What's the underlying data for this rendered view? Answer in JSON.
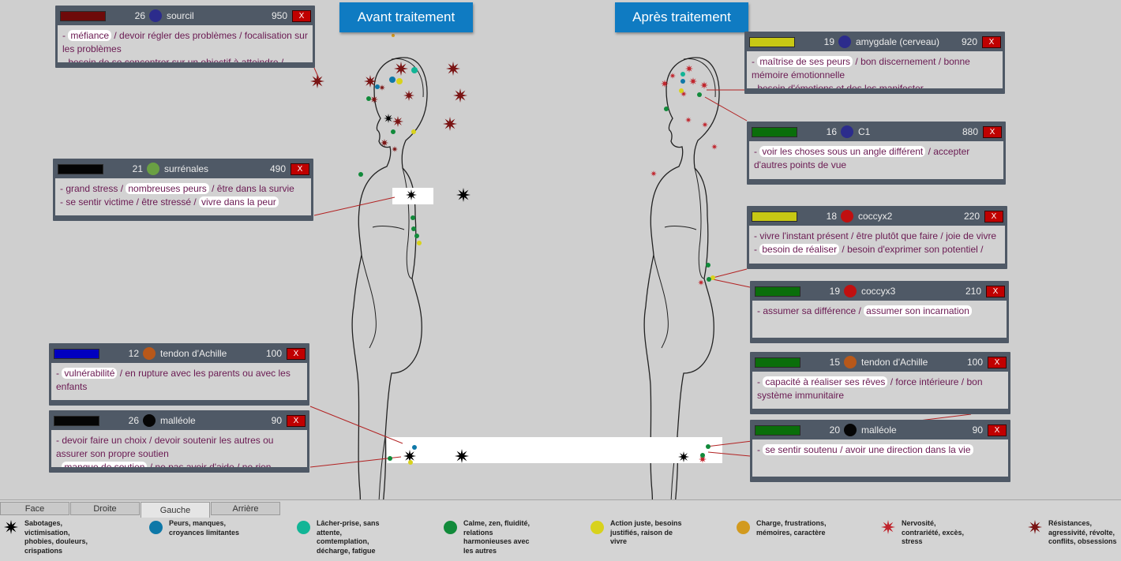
{
  "titles": {
    "before": "Avant traitement",
    "after": "Après traitement"
  },
  "cards": [
    {
      "id": "sourcil",
      "swatch": "#6e0a0a",
      "num": "26",
      "dot": "#2c2c8c",
      "name": "sourcil",
      "score": "950",
      "x": "X",
      "lines": [
        [
          {
            "t": "- "
          },
          {
            "t": "méfiance",
            "hl": true
          },
          {
            "t": " / devoir régler des problèmes / focalisation sur les problèmes"
          }
        ],
        [
          {
            "t": "- besoin de se concentrer sur un objectif à atteindre /"
          }
        ]
      ]
    },
    {
      "id": "surrenales",
      "swatch": "#050505",
      "num": "21",
      "dot": "#6aa043",
      "name": "surrénales",
      "score": "490",
      "x": "X",
      "lines": [
        [
          {
            "t": "- grand stress / "
          },
          {
            "t": "nombreuses peurs",
            "hl": true
          },
          {
            "t": " / être dans la survie"
          }
        ],
        [
          {
            "t": "- se sentir victime / être stressé / "
          },
          {
            "t": "vivre dans la peur",
            "hl": true
          }
        ]
      ]
    },
    {
      "id": "achille-left",
      "swatch": "#0000c0",
      "num": "12",
      "dot": "#b8581a",
      "name": "tendon d'Achille",
      "score": "100",
      "x": "X",
      "lines": [
        [
          {
            "t": "- "
          },
          {
            "t": "vulnérabilité",
            "hl": true
          },
          {
            "t": " / en rupture avec les parents ou avec les enfants"
          }
        ]
      ]
    },
    {
      "id": "malleole-left",
      "swatch": "#050505",
      "num": "26",
      "dot": "#050505",
      "name": "malléole",
      "score": "90",
      "x": "X",
      "lines": [
        [
          {
            "t": "- devoir faire un choix / devoir soutenir les autres ou assurer son propre soutien"
          }
        ],
        [
          {
            "t": "- "
          },
          {
            "t": "manque de soutien",
            "hl": true
          },
          {
            "t": " / ne pas avoir d'aide / ne rien"
          }
        ]
      ]
    },
    {
      "id": "amygdale",
      "swatch": "#c8c814",
      "num": "19",
      "dot": "#2c2c8c",
      "name": "amygdale (cerveau)",
      "score": "920",
      "x": "X",
      "lines": [
        [
          {
            "t": "- "
          },
          {
            "t": "maîtrise de ses peurs",
            "hl": true
          },
          {
            "t": " / bon discernement / bonne mémoire émotionnelle"
          }
        ],
        [
          {
            "t": "- besoin d'émotions et des les manifester"
          }
        ]
      ]
    },
    {
      "id": "c1",
      "swatch": "#0a6e0a",
      "num": "16",
      "dot": "#2c2c8c",
      "name": "C1",
      "score": "880",
      "x": "X",
      "lines": [
        [
          {
            "t": "- "
          },
          {
            "t": "voir les choses sous un angle différent",
            "hl": true
          },
          {
            "t": " / accepter d'autres points de vue"
          }
        ]
      ]
    },
    {
      "id": "coccyx2",
      "swatch": "#c8c814",
      "num": "18",
      "dot": "#c01010",
      "name": "coccyx2",
      "score": "220",
      "x": "X",
      "lines": [
        [
          {
            "t": "- vivre l'instant présent / être plutôt que faire  / joie de vivre"
          }
        ],
        [
          {
            "t": "- "
          },
          {
            "t": "besoin de réaliser",
            "hl": true
          },
          {
            "t": " / besoin d'exprimer son potentiel /"
          }
        ]
      ]
    },
    {
      "id": "coccyx3",
      "swatch": "#0a6e0a",
      "num": "19",
      "dot": "#c01010",
      "name": "coccyx3",
      "score": "210",
      "x": "X",
      "lines": [
        [
          {
            "t": "- assumer sa différence / "
          },
          {
            "t": "assumer son incarnation",
            "hl": true
          }
        ]
      ]
    },
    {
      "id": "achille-right",
      "swatch": "#0a6e0a",
      "num": "15",
      "dot": "#b8581a",
      "name": "tendon d'Achille",
      "score": "100",
      "x": "X",
      "lines": [
        [
          {
            "t": "- "
          },
          {
            "t": "capacité à réaliser ses rêves",
            "hl": true
          },
          {
            "t": " / force intérieure / bon système immunitaire"
          }
        ]
      ]
    },
    {
      "id": "malleole-right",
      "swatch": "#0a6e0a",
      "num": "20",
      "dot": "#050505",
      "name": "malléole",
      "score": "90",
      "x": "X",
      "lines": [
        [
          {
            "t": "- "
          },
          {
            "t": "se sentir soutenu / avoir une direction dans la vie",
            "hl": true
          }
        ]
      ]
    }
  ],
  "tabs": [
    {
      "label": "Face",
      "active": false
    },
    {
      "label": "Droite",
      "active": false
    },
    {
      "label": "Gauche",
      "active": true
    },
    {
      "label": "Arrière",
      "active": false
    }
  ],
  "legend": [
    {
      "icon": "black-star-icon",
      "color": "#000000",
      "label": "Sabotages,\nvictimisation,\nphobies, douleurs,\ncrispations"
    },
    {
      "icon": "blue-dot-icon",
      "color": "#0e78a8",
      "label": "Peurs, manques,\ncroyances limitantes"
    },
    {
      "icon": "teal-dot-icon",
      "color": "#12b596",
      "label": "Lâcher-prise, sans\nattente,\ncomtemplation,\ndécharge, fatigue"
    },
    {
      "icon": "green-dot-icon",
      "color": "#118a3a",
      "label": "Calme, zen, fluidité,\nrelations\nharmonieuses avec\nles autres"
    },
    {
      "icon": "yellow-dot-icon",
      "color": "#d8d21c",
      "label": "Action juste, besoins\njustifiés, raison de\nvivre"
    },
    {
      "icon": "orange-dot-icon",
      "color": "#d29a1e",
      "label": "Charge, frustrations,\nmémoires, caractère"
    },
    {
      "icon": "red-star-icon",
      "color": "#c0242c",
      "label": "Nervosité,\ncontrariété, excès,\nstress"
    },
    {
      "icon": "darkred-star-icon",
      "color": "#7a1414",
      "label": "Résistances,\nagressivité, révolte,\nconflits, obsessions"
    }
  ]
}
